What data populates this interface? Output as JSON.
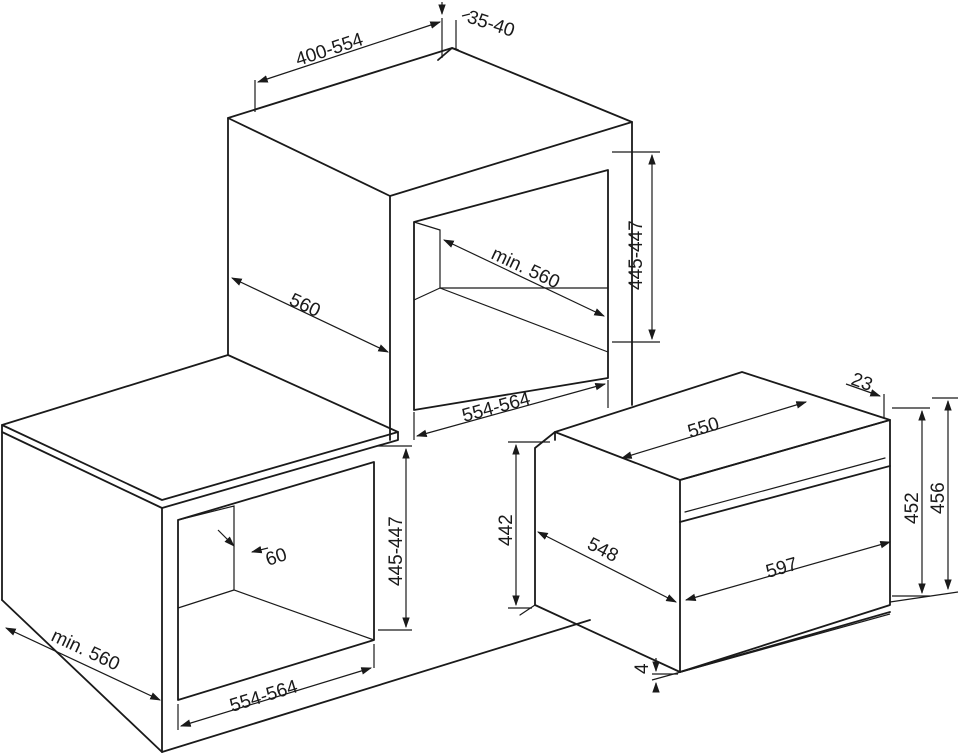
{
  "diagram": {
    "labels": {
      "top_depth": "400-554",
      "top_gap": "35-40",
      "upper_width_depth": "560",
      "upper_min_depth": "min. 560",
      "upper_niche_height": "445-447",
      "upper_niche_width": "554-564",
      "lower_min_depth": "min. 560",
      "lower_vent": "60",
      "lower_niche_height": "445-447",
      "lower_niche_width": "554-564",
      "oven_depth": "550",
      "oven_panel": "23",
      "oven_body_height": "442",
      "oven_side_depth": "548",
      "oven_front_width": "597",
      "oven_front_height": "452",
      "oven_total_height": "456",
      "oven_bottom_gap": "4"
    }
  }
}
